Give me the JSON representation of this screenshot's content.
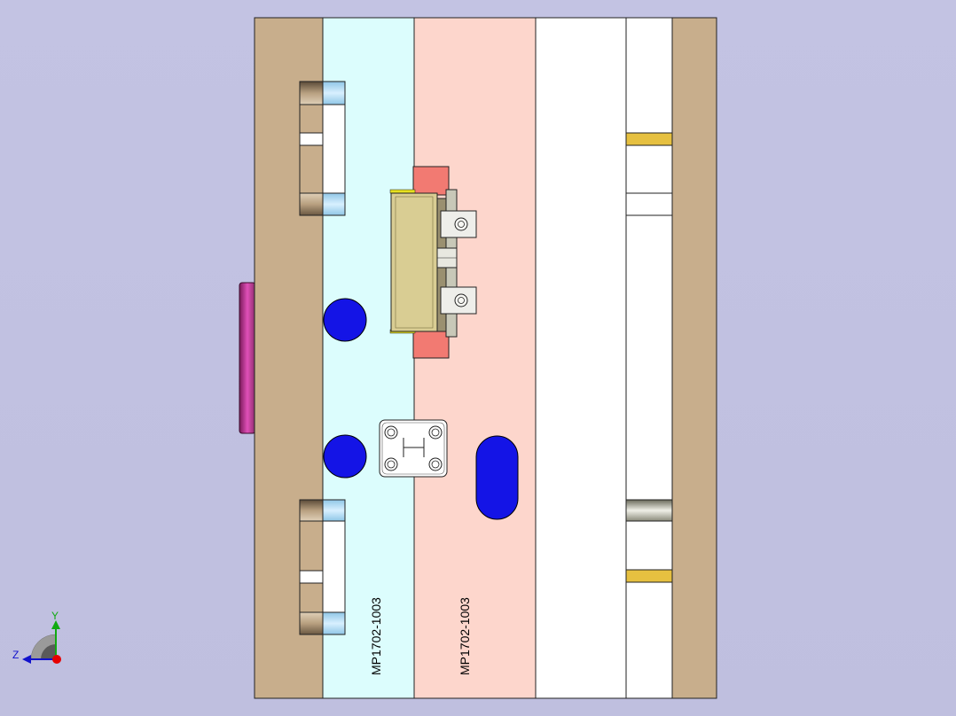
{
  "part_labels": {
    "cavity_plate": "MP1702-1003",
    "core_plate": "MP1702-1003"
  },
  "triad": {
    "y_label": "Y",
    "z_label": "Z"
  },
  "colors": {
    "background": "#c1c1e1",
    "clamp_plate": "#c8ae8c",
    "cavity_plate": "#dcfdfd",
    "core_plate": "#fdd6cc",
    "white_plate": "#ffffff",
    "slide_block": "#d9cd93",
    "wedge": "#f27a72",
    "water_port": "#1414e6",
    "locating_ring": "#c13a98",
    "gold_pin": "#e6c040",
    "triad_y": "#11aa11",
    "triad_z": "#1111cc",
    "triad_origin": "#e60000"
  }
}
